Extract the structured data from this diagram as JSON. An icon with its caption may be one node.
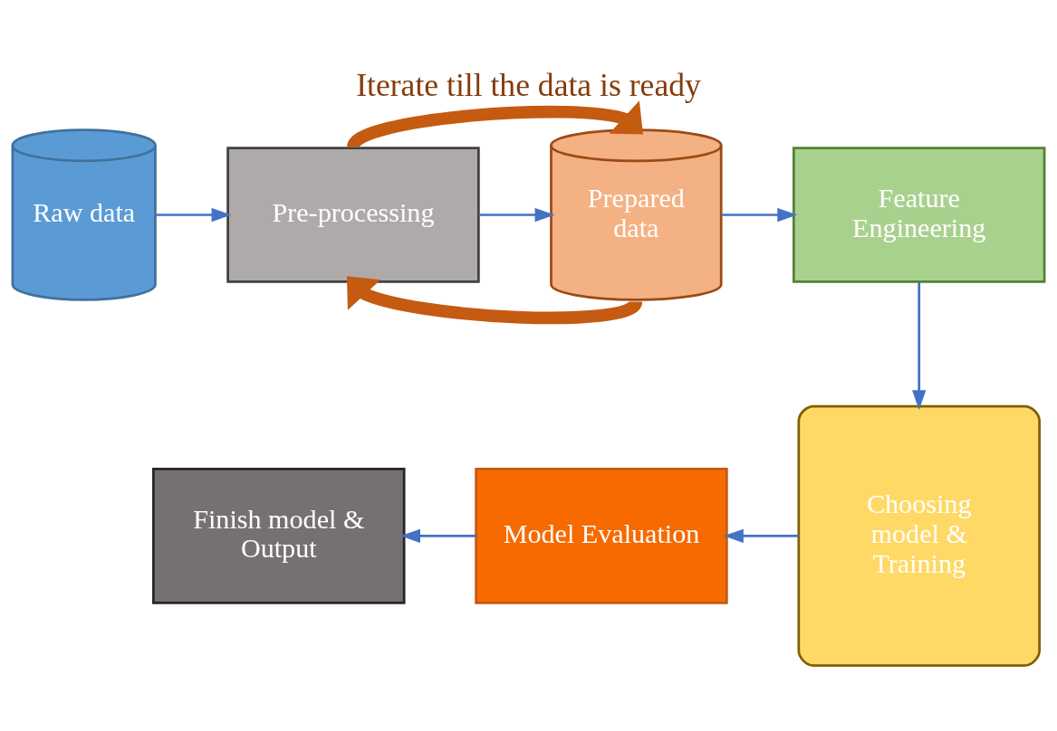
{
  "diagram": {
    "title": "Iterate till the data is ready",
    "nodes": [
      {
        "text": [
          "Raw data"
        ]
      },
      {
        "text": [
          "Pre-processing"
        ]
      },
      {
        "text": [
          "Prepared data"
        ]
      },
      {
        "text": [
          "Feature Engineering"
        ]
      },
      {
        "text": [
          "Choosing model & Training"
        ]
      },
      {
        "text": [
          "Model Evaluation"
        ]
      },
      {
        "text": [
          "Finish model & Output"
        ]
      }
    ],
    "edges": [
      {
        "from": 0,
        "to": 1,
        "arrow": "to"
      },
      {
        "from": 1,
        "to": 2,
        "arrow": "to"
      },
      {
        "from": 1,
        "to": 2,
        "arrow": "to",
        "style": "thick",
        "color": "#c55a11"
      },
      {
        "from": 2,
        "to": 1,
        "arrow": "to",
        "style": "thick",
        "color": "#c55a11"
      },
      {
        "from": 2,
        "to": 3,
        "arrow": "to"
      },
      {
        "from": 3,
        "to": 4,
        "arrow": "to"
      },
      {
        "from": 4,
        "to": 5,
        "arrow": "to"
      },
      {
        "from": 5,
        "to": 6,
        "arrow": "to"
      }
    ]
  }
}
